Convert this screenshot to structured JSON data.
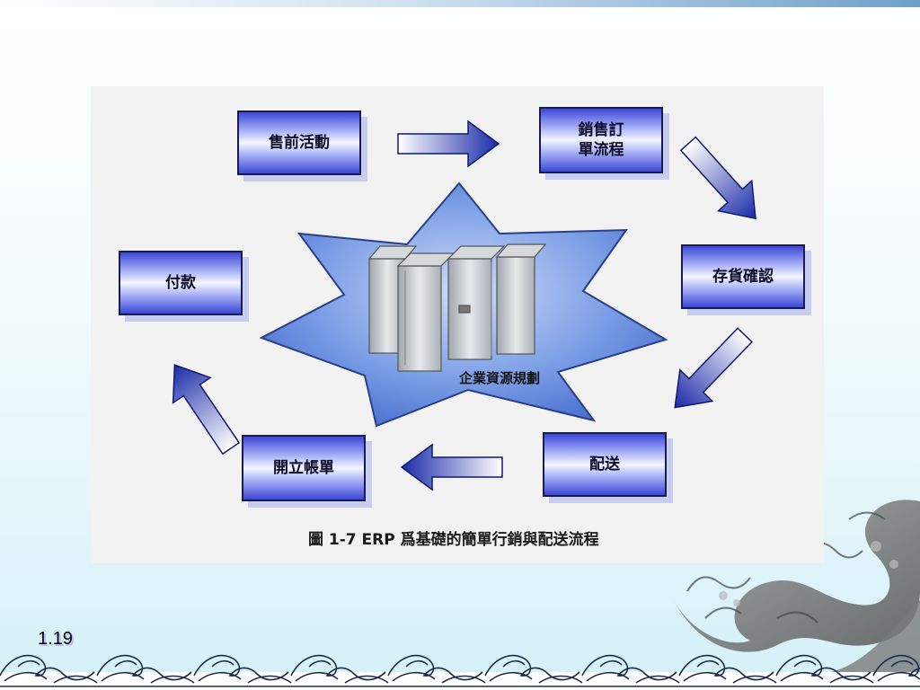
{
  "slide": {
    "number": "1.19"
  },
  "diagram": {
    "nodes": {
      "presales": "售前活動",
      "sales_order": "銷售訂\n單流程",
      "inventory_check": "存貨確認",
      "delivery": "配送",
      "invoicing": "開立帳單",
      "payment": "付款"
    },
    "core_label": "企業資源規劃",
    "caption": "圖 1-7 ERP 爲基礎的簡單行銷與配送流程"
  },
  "colors": {
    "box_dark": "#3b47d8",
    "arrow_dark": "#1a2aa8",
    "star_fill": "#6d93e3"
  }
}
